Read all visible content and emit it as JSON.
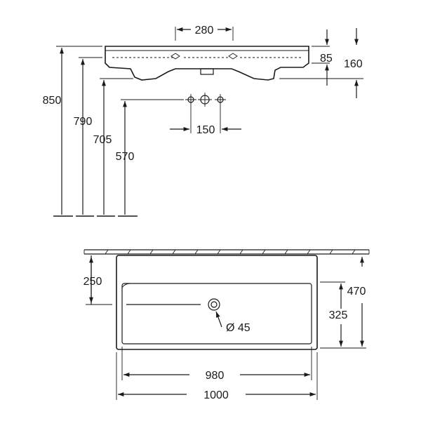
{
  "drawing": {
    "side_view": {
      "d_280": "280",
      "d_85": "85",
      "d_160": "160",
      "d_850": "850",
      "d_790": "790",
      "d_705": "705",
      "d_570": "570",
      "d_150": "150"
    },
    "top_view": {
      "d_250": "250",
      "d_470": "470",
      "d_325": "325",
      "d_45": "Ø 45",
      "d_980": "980",
      "d_1000": "1000"
    }
  }
}
